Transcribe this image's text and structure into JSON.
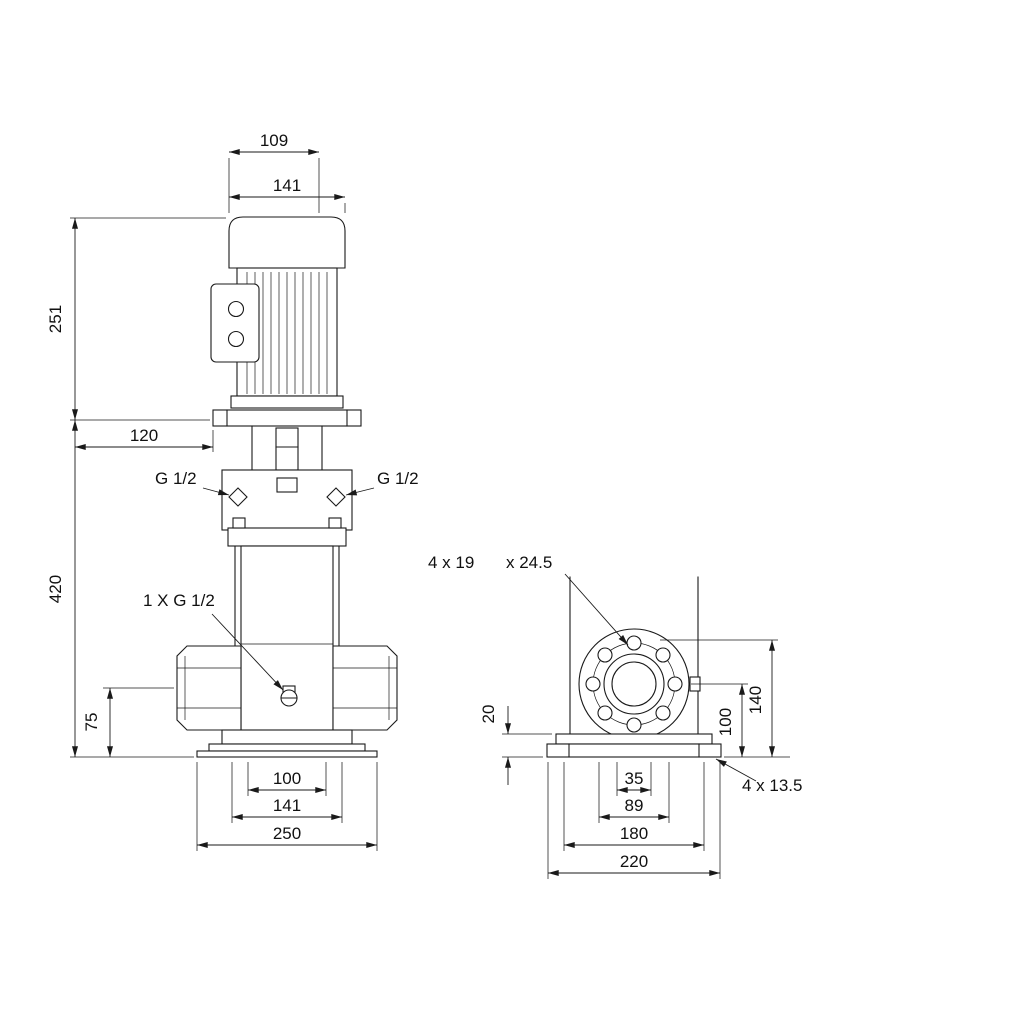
{
  "colors": {
    "line": "#1a1a1a",
    "background": "#ffffff"
  },
  "front_view": {
    "dimensions": {
      "fan_width": "109",
      "motor_width": "141",
      "motor_height": "251",
      "coupling_offset": "120",
      "pump_height": "420",
      "port_height": "75",
      "bolt_spacing": "100",
      "base_inner": "141",
      "base_outer": "250"
    },
    "annotations": {
      "plug_left": "G 1/2",
      "plug_right": "G 1/2",
      "drain_plug": "1 X G 1/2"
    }
  },
  "side_view": {
    "dimensions": {
      "base_plate_height": "20",
      "port_center_height": "100",
      "flange_height": "140",
      "slot_spacing": "35",
      "slot_outer": "89",
      "base_inner": "180",
      "base_outer": "220"
    },
    "annotations": {
      "flange_holes": "4 x 19",
      "flange_holes_depth": "x 24.5",
      "base_holes": "4 x 13.5"
    }
  }
}
